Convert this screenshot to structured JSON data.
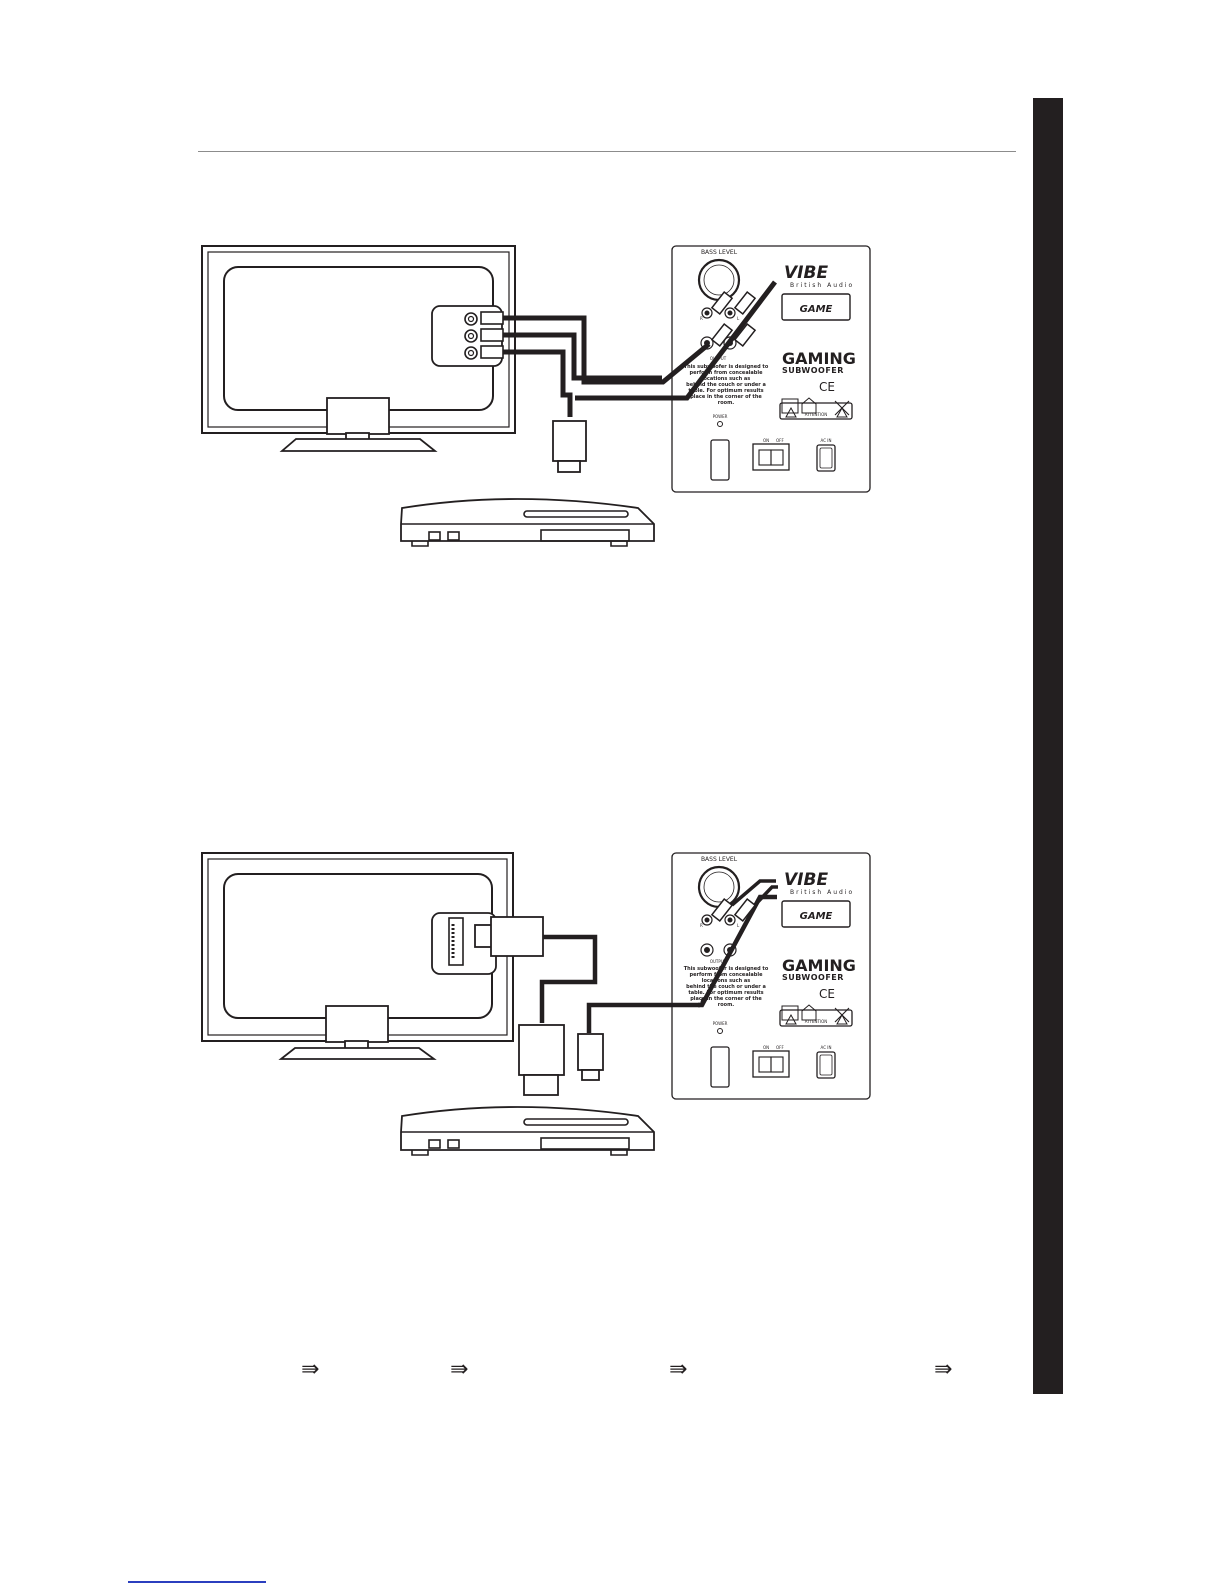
{
  "colors": {
    "ink": "#231f20",
    "rule": "#8c8c8c",
    "tab": "#231f20",
    "footer_link": "#2b3fbf"
  },
  "footer_arrow_glyph": "⇛",
  "subwoofer": {
    "knob_label": "BASS LEVEL",
    "brand": "VIBE",
    "brand_sub": "British Audio",
    "badge": "GAME",
    "input_left": "L",
    "input_right": "R",
    "output_label": "OUTPUT",
    "note_lines": [
      "This subwoofer is designed to",
      "perform from concealable",
      "locations such as",
      "behind the couch or under a",
      "table. For optimum results",
      "place in the corner of the",
      "room."
    ],
    "product_line1": "GAMING",
    "product_line2": "SUBWOOFER",
    "ce_mark": "CE",
    "warning_label": "ATTENTION",
    "power_label": "POWER",
    "switch_on": "ON",
    "switch_off": "OFF",
    "ac_in": "AC IN"
  },
  "icons": [
    "tv-icon",
    "console-icon",
    "rca-plug-icon",
    "hdmi-plug-icon",
    "hdmi-port-icon",
    "power-switch-icon",
    "ac-socket-icon",
    "recycle-bin-icon",
    "arrow-icon"
  ]
}
